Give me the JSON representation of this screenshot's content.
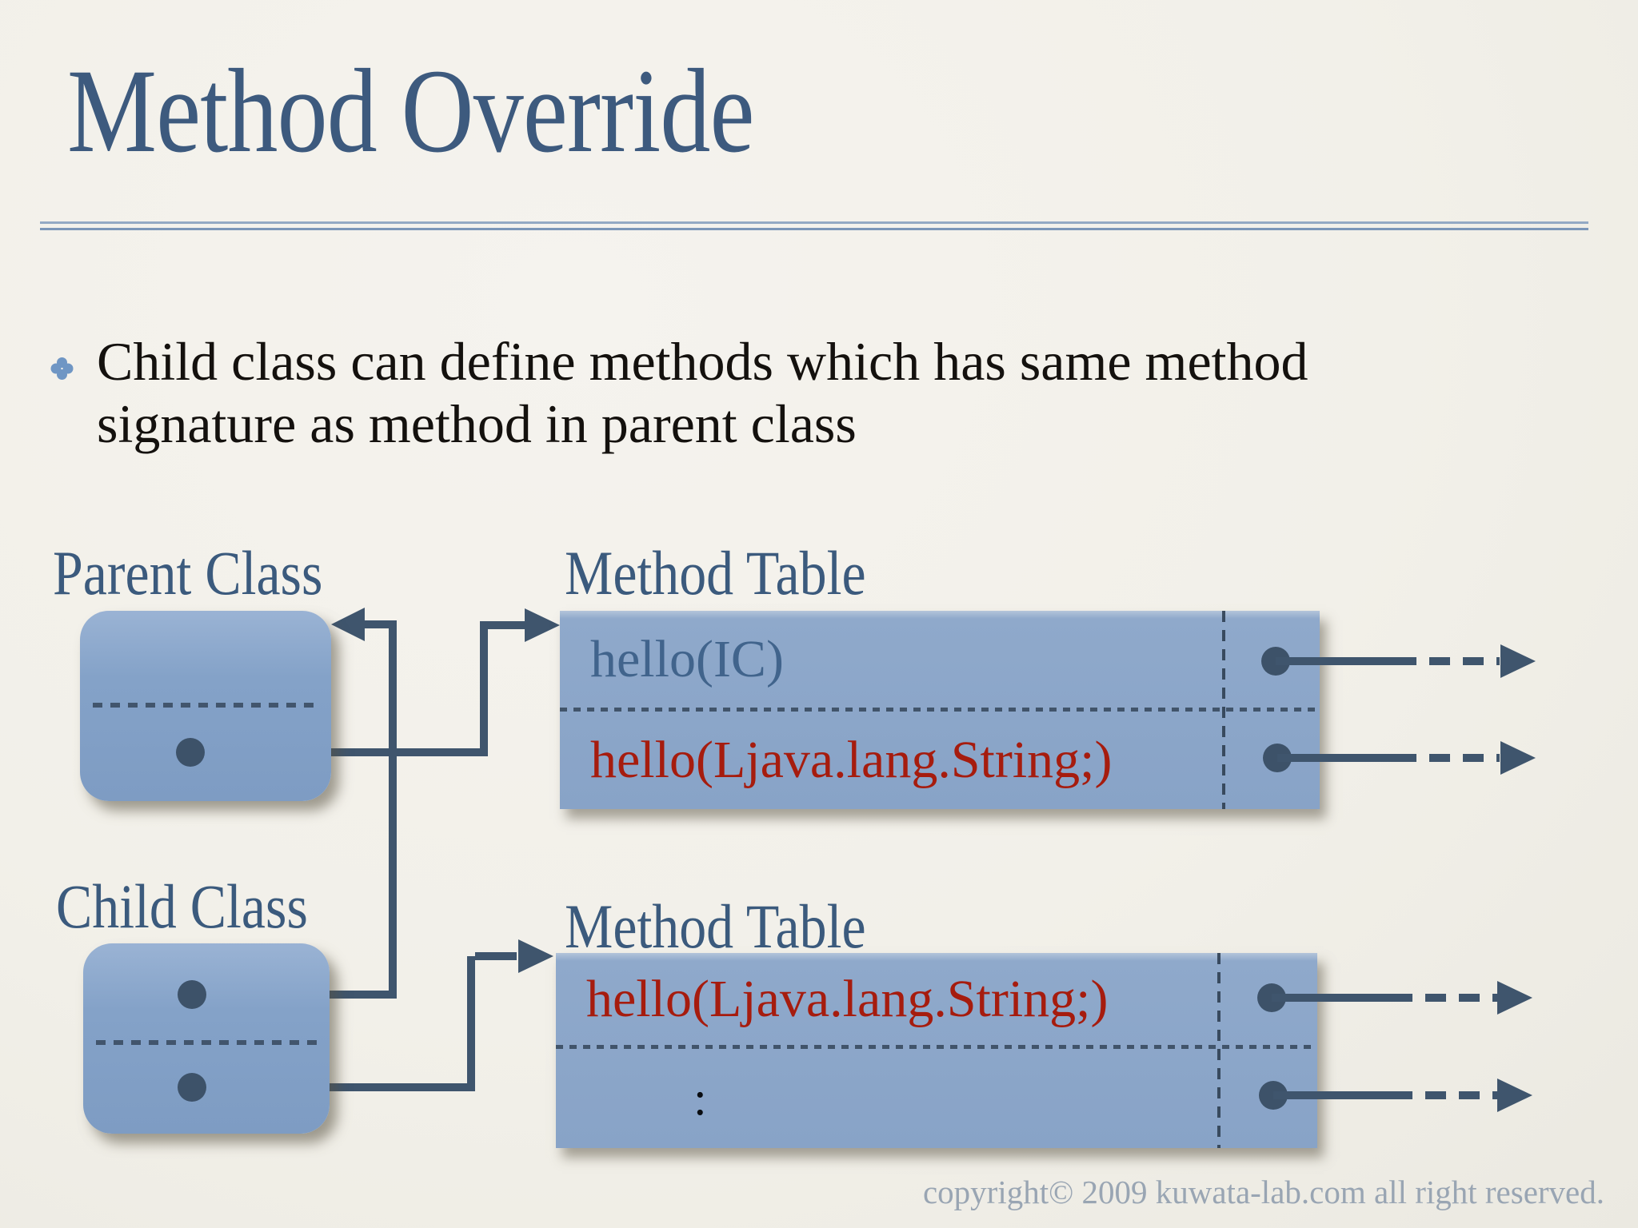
{
  "slide": {
    "title": "Method Override",
    "bullet_text": "Child class can define methods which has same method signature as method in parent class",
    "copyright": "copyright© 2009 kuwata-lab.com all right reserved.",
    "colors": {
      "background": "#f2f0e9",
      "heading_blue": "#3d5a7e",
      "body_text": "#14110e",
      "box_fill_blue": "#84a2c8",
      "line_slate": "#3f556d",
      "signature_blue": "#41648c",
      "signature_red": "#a61c0e",
      "bullet_flower": "#6f96c4",
      "copyright_gray": "#99a5b3"
    },
    "diagram": {
      "parent_class": {
        "label": "Parent Class"
      },
      "child_class": {
        "label": "Child Class"
      },
      "parent_method_table": {
        "label": "Method Table",
        "rows": [
          {
            "text": "hello(IC)"
          },
          {
            "text": "hello(Ljava.lang.String;)"
          }
        ]
      },
      "child_method_table": {
        "label": "Method Table",
        "rows": [
          {
            "text": "hello(Ljava.lang.String;)"
          },
          {
            "text": ":"
          }
        ]
      }
    }
  }
}
